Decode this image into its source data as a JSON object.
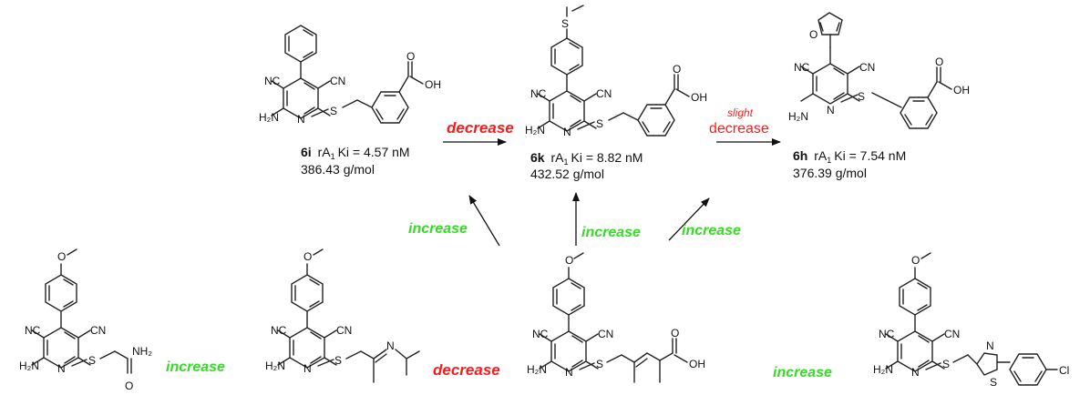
{
  "compounds": {
    "c6i": {
      "id": "6i",
      "ki_label": "rA",
      "ki_sub": "1",
      "ki_text": "Ki = 4.57 nM",
      "mw": "386.43 g/mol",
      "atoms": {
        "nc": "NC",
        "cn": "CN",
        "h2n": "H₂N",
        "n": "N",
        "s": "S",
        "o": "O",
        "oh": "OH"
      }
    },
    "c6k": {
      "id": "6k",
      "ki_label": "rA",
      "ki_sub": "1",
      "ki_text": "Ki = 8.82 nM",
      "mw": "432.52 g/mol",
      "atoms": {
        "nc": "NC",
        "cn": "CN",
        "h2n": "H₂N",
        "n": "N",
        "s": "S",
        "s_top": "S",
        "o": "O",
        "oh": "OH"
      }
    },
    "c6h": {
      "id": "6h",
      "ki_label": "rA",
      "ki_sub": "1",
      "ki_text": "Ki = 7.54 nM",
      "mw": "376.39 g/mol",
      "atoms": {
        "nc": "NC",
        "cn": "CN",
        "h2n": "H₂N",
        "n": "N",
        "s": "S",
        "o_furan": "O",
        "o": "O",
        "oh": "OH"
      }
    },
    "b1": {
      "atoms": {
        "o": "O",
        "nc": "NC",
        "cn": "CN",
        "h2n": "H₂N",
        "n": "N",
        "s": "S",
        "nh2": "NH₂",
        "o_amide": "O"
      }
    },
    "b2": {
      "atoms": {
        "o": "O",
        "nc": "NC",
        "cn": "CN",
        "h2n": "H₂N",
        "n": "N",
        "s": "S",
        "n2": "N"
      }
    },
    "b3": {
      "atoms": {
        "o": "O",
        "nc": "NC",
        "cn": "CN",
        "h2n": "H₂N",
        "n": "N",
        "s": "S",
        "o_acid": "O",
        "oh": "OH"
      }
    },
    "b4": {
      "atoms": {
        "o": "O",
        "nc": "NC",
        "cn": "CN",
        "h2n": "H₂N",
        "n": "N",
        "s": "S",
        "n_thz": "N",
        "s_thz": "S",
        "cl": "Cl"
      }
    }
  },
  "labels": {
    "decrease_top": "decrease",
    "slight": "slight",
    "slight_decrease": "decrease",
    "increase_left": "increase",
    "increase_mid": "increase",
    "increase_right": "increase",
    "increase_b1": "increase",
    "decrease_bottom": "decrease",
    "increase_b4": "increase"
  },
  "colors": {
    "red": "#ff1a1a",
    "green": "#33dd22",
    "ink": "#222222"
  }
}
